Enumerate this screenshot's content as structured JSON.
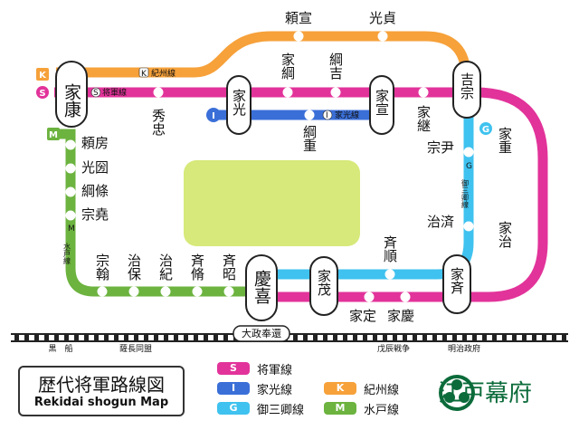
{
  "title": {
    "ja": "歴代将軍路線図",
    "en": "Rekidai shogun Map"
  },
  "brand": {
    "name": "江戸幕府",
    "logo_icon": "aoi-crest-icon"
  },
  "colors": {
    "shogun": "#e2339a",
    "kishu": "#f6a13a",
    "iemitsu": "#3a6fd8",
    "gosankyo": "#3fc2ef",
    "mito": "#6cb33f",
    "park": "#d6e97a",
    "track": "#333333"
  },
  "lines": {
    "shogun": {
      "badge": "S",
      "label": "将軍線"
    },
    "kishu": {
      "badge": "K",
      "label": "紀州線"
    },
    "iemitsu": {
      "badge": "I",
      "label": "家光線"
    },
    "gosankyo": {
      "badge": "G",
      "label": "御三卿線"
    },
    "mito": {
      "badge": "M",
      "label": "水戸線"
    }
  },
  "line_labels": {
    "gosankyo_vertical": "御三卿線",
    "mito_vertical": "水戸線"
  },
  "interchanges": {
    "ieyasu": "家康",
    "iemitsu": "家光",
    "ienobu": "家宣",
    "yoshimune": "吉宗",
    "iemochi": "家茂",
    "ienari": "家斉",
    "yoshinobu": "慶喜"
  },
  "stations": {
    "yorinobu": "頼宣",
    "mitsusada": "光貞",
    "ietsuna": "家綱",
    "tsunayoshi": "綱吉",
    "hidetada": "秀忠",
    "ietsugu": "家継",
    "tsunashige": "綱重",
    "ieshige": "家重",
    "ieharu": "家治",
    "munetada": "宗尹",
    "harusada": "治済",
    "narinobu": "斉順",
    "iesada": "家定",
    "ieyoshi": "家慶",
    "yorifusa": "頼房",
    "mitsukuni": "光圀",
    "tsunaeda": "綱條",
    "munetaka": "宗堯",
    "munemoto": "宗翰",
    "harumori": "治保",
    "harutoshi": "治紀",
    "nariaki": "斉脩",
    "nariaki2": "斉昭"
  },
  "rail_events": {
    "taisei": "大政奉還",
    "kurofune": "黒　船",
    "satcho": "薩長同盟",
    "boshin": "戊辰戦争",
    "meiji": "明治政府"
  }
}
